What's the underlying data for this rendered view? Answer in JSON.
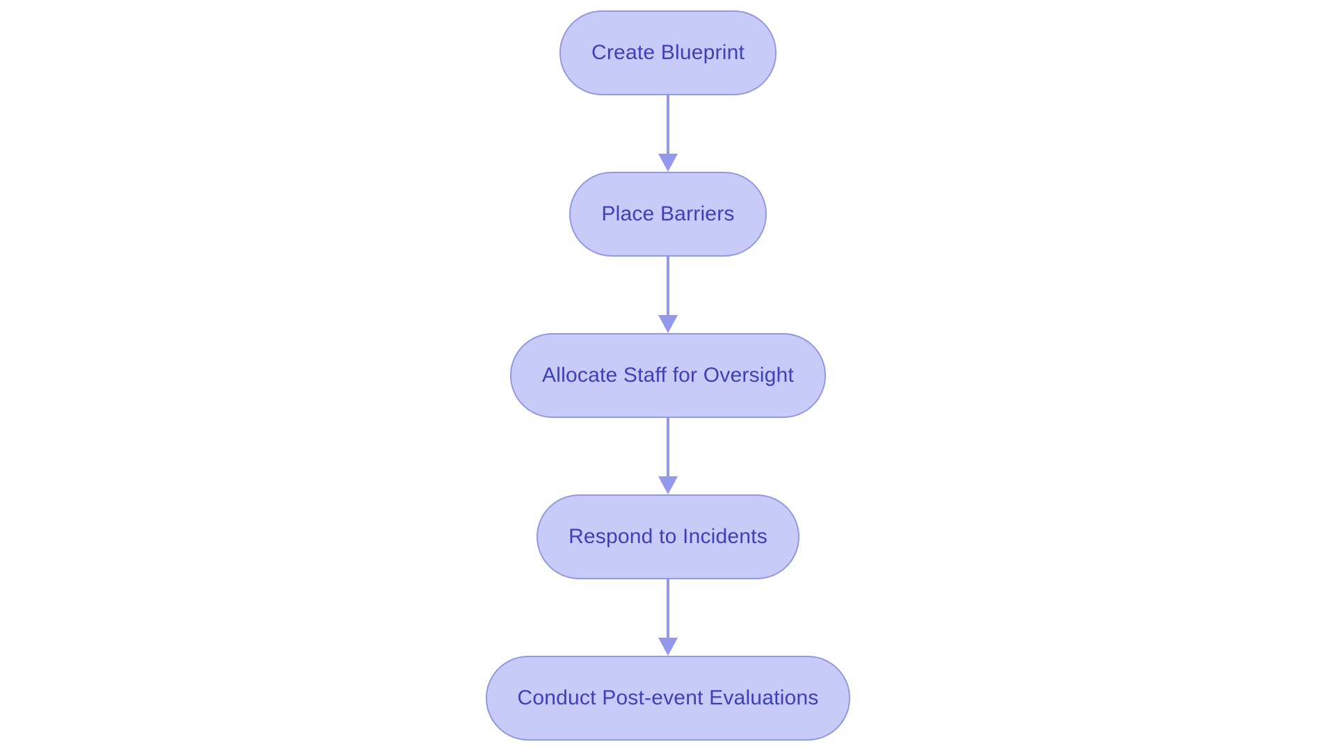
{
  "diagram": {
    "type": "flowchart",
    "direction": "top-down",
    "background_color": "#ffffff",
    "colors": {
      "node_fill": "#c8cbf8",
      "node_border": "#9298e2",
      "node_text": "#3c40ba",
      "arrow": "#9298ec"
    },
    "nodes": [
      {
        "id": 1,
        "label": "Create Blueprint"
      },
      {
        "id": 2,
        "label": "Place Barriers"
      },
      {
        "id": 3,
        "label": "Allocate Staff for Oversight"
      },
      {
        "id": 4,
        "label": "Respond to Incidents"
      },
      {
        "id": 5,
        "label": "Conduct Post-event Evaluations"
      }
    ],
    "edges": [
      {
        "from": "Create Blueprint",
        "to": "Place Barriers"
      },
      {
        "from": "Place Barriers",
        "to": "Allocate Staff for Oversight"
      },
      {
        "from": "Allocate Staff for Oversight",
        "to": "Respond to Incidents"
      },
      {
        "from": "Respond to Incidents",
        "to": "Conduct Post-event Evaluations"
      }
    ]
  }
}
